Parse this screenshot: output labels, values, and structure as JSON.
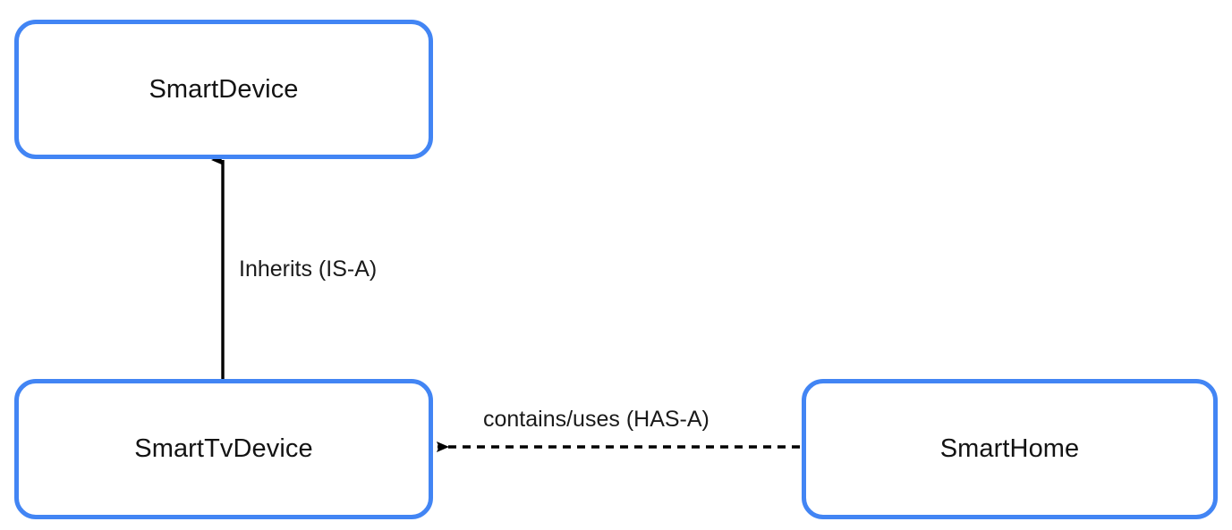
{
  "diagram": {
    "type": "class-relationship-diagram",
    "background_color": "#ffffff",
    "node_border_color": "#4285f4",
    "node_fill_color": "#ffffff",
    "edge_color": "#000000",
    "nodes": [
      {
        "id": "smartdevice",
        "label": "SmartDevice"
      },
      {
        "id": "smarttvdevice",
        "label": "SmartTvDevice"
      },
      {
        "id": "smarthome",
        "label": "SmartHome"
      }
    ],
    "edges": [
      {
        "id": "inherits",
        "label": "Inherits (IS-A)",
        "from": "SmartTvDevice",
        "to": "SmartDevice",
        "line_style": "solid",
        "arrow": "filled-triangle",
        "direction": "up"
      },
      {
        "id": "contains",
        "label": "contains/uses (HAS-A)",
        "from": "SmartHome",
        "to": "SmartTvDevice",
        "line_style": "dashed",
        "arrow": "filled-triangle",
        "direction": "left"
      }
    ]
  }
}
